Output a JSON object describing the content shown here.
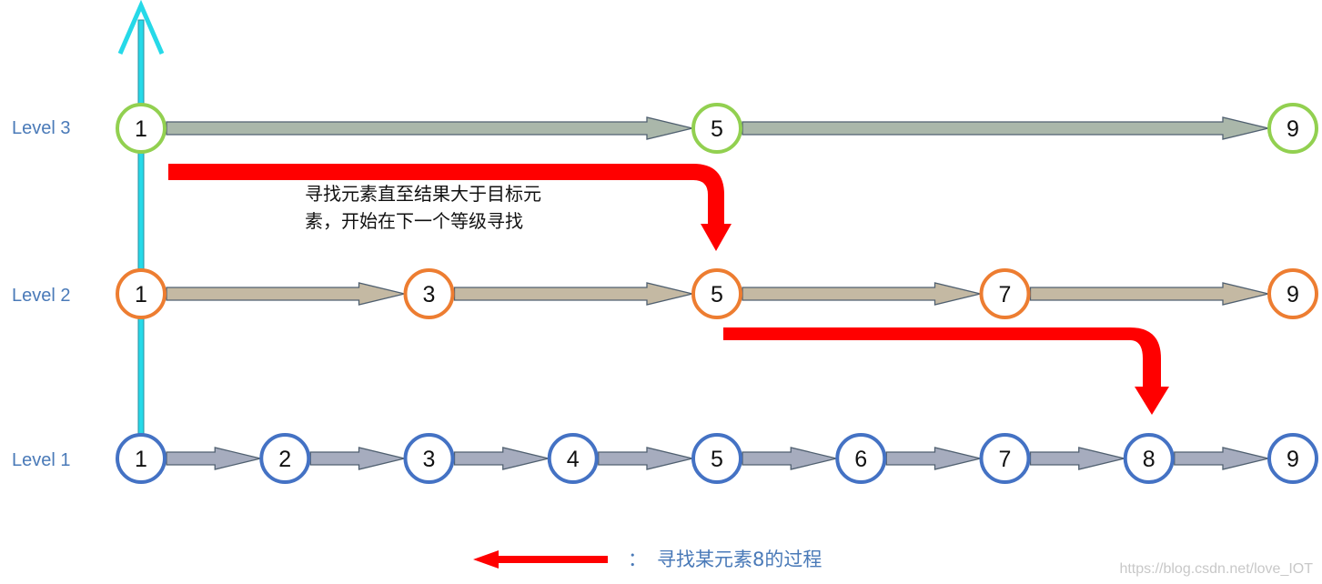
{
  "levels": [
    {
      "label": "Level 3",
      "nodes": [
        1,
        5,
        9
      ],
      "ring_color": "#92d050",
      "arrow_fill": "#aab7aa"
    },
    {
      "label": "Level 2",
      "nodes": [
        1,
        3,
        5,
        7,
        9
      ],
      "ring_color": "#ed7d31",
      "arrow_fill": "#c4b9a3"
    },
    {
      "label": "Level 1",
      "nodes": [
        1,
        2,
        3,
        4,
        5,
        6,
        7,
        8,
        9
      ],
      "ring_color": "#4472c4",
      "arrow_fill": "#a6acbe"
    }
  ],
  "search_note": {
    "line1": "寻找元素直至结果大于目标元",
    "line2": "素，开始在下一个等级寻找"
  },
  "legend": {
    "colon": "：",
    "text": "寻找某元素8的过程"
  },
  "watermark": "https://blog.csdn.net/love_IOT",
  "colors": {
    "search_path": "#ff0000",
    "ascend_arrow": "#26d9e8",
    "level_label": "#4a7ab8",
    "legend_text": "#4a7ab8",
    "arrow_stroke": "#506070"
  }
}
